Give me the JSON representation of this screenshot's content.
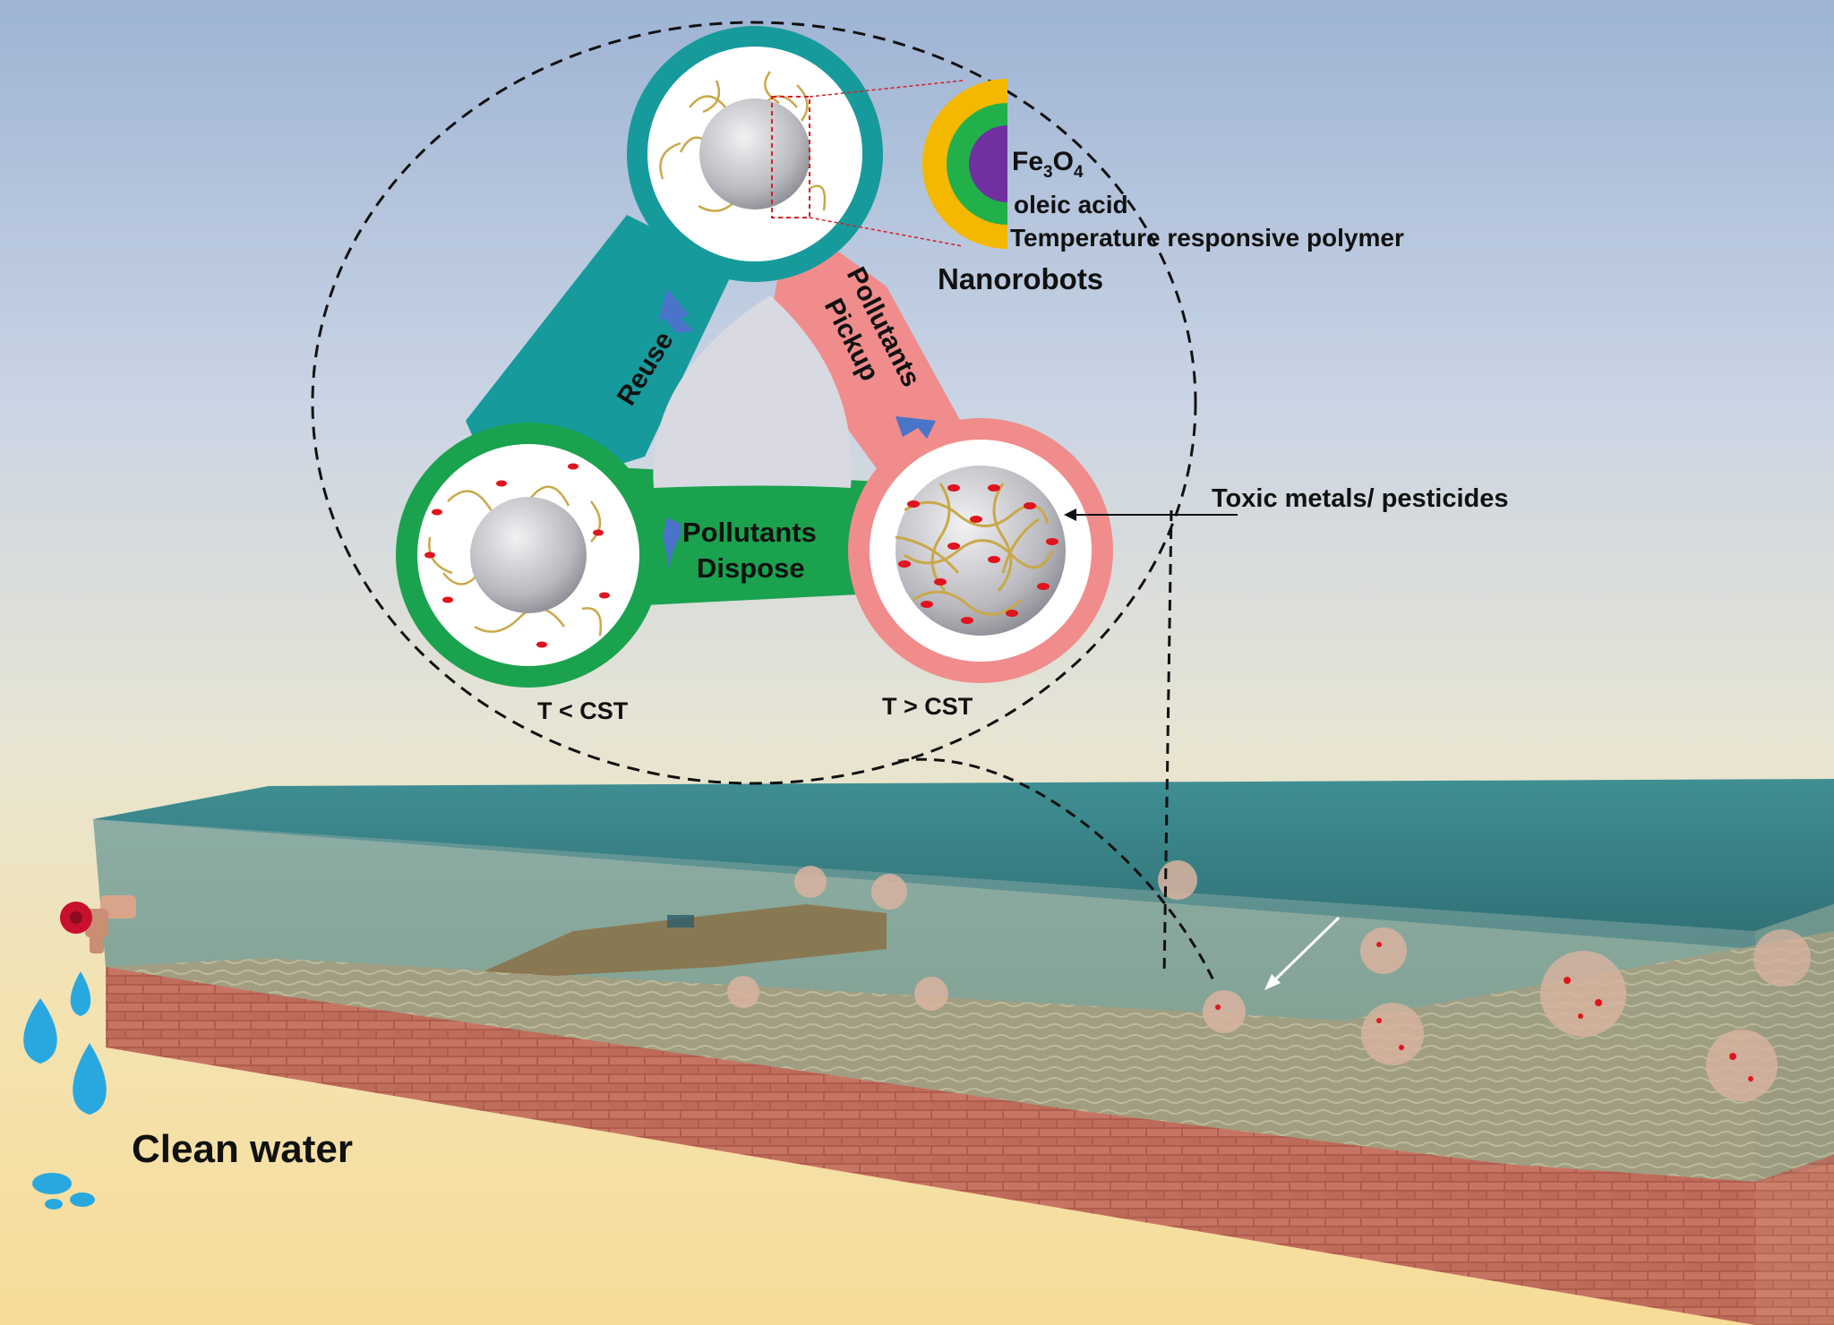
{
  "layers": {
    "core": "Fe3O4",
    "core_base": "Fe",
    "core_sub1": "3",
    "core_o": "O",
    "core_sub2": "4",
    "middle": "oleic acid",
    "outer": "Temperature responsive polymer"
  },
  "labels": {
    "nanorobots": "Nanorobots",
    "reuse": "Reuse",
    "pickup_line1": "Pollutants",
    "pickup_line2": "Pickup",
    "dispose_line1": "Pollutants",
    "dispose_line2": "Dispose",
    "toxic": "Toxic metals/ pesticides",
    "t_below": "T < CST",
    "t_above": "T > CST",
    "clean_water": "Clean water"
  },
  "colors": {
    "reuse_arm": "#179a9c",
    "pickup_arm": "#f08c8c",
    "dispose_arm": "#1aa24e",
    "core_purple": "#7030a0",
    "oleic_green": "#22b04b",
    "polymer_yellow": "#f5b800",
    "pollutant_red": "#e0141e",
    "water_drop": "#29a8e0"
  },
  "icons": [
    "faucet-icon",
    "water-drop-icon",
    "arrow-icon"
  ]
}
